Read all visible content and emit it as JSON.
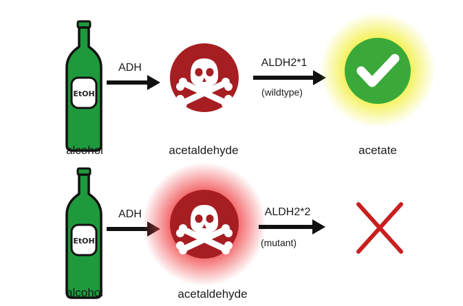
{
  "colors": {
    "bottle_green": "#1e9a3c",
    "bottle_outline": "#111111",
    "skull_badge": "#a61e22",
    "check_badge": "#3aa93a",
    "yellow_glow": "#f2ef3a",
    "red_glow": "#f0474a",
    "cross": "#c81f1f",
    "arrow": "#111111"
  },
  "icons": [
    "ethanol-bottle-icon",
    "skull-crossbones-icon",
    "checkmark-icon",
    "cross-icon"
  ],
  "bottle_label": "EtOH",
  "top_row": {
    "substrate": "alcohol",
    "enzyme1": "ADH",
    "intermediate": "acetaldehyde",
    "enzyme2": "ALDH2*1",
    "variant": "(wildtype)",
    "product": "acetate"
  },
  "bottom_row": {
    "substrate": "alcohol",
    "enzyme1": "ADH",
    "intermediate": "acetaldehyde",
    "enzyme2": "ALDH2*2",
    "variant": "(mutant)"
  }
}
